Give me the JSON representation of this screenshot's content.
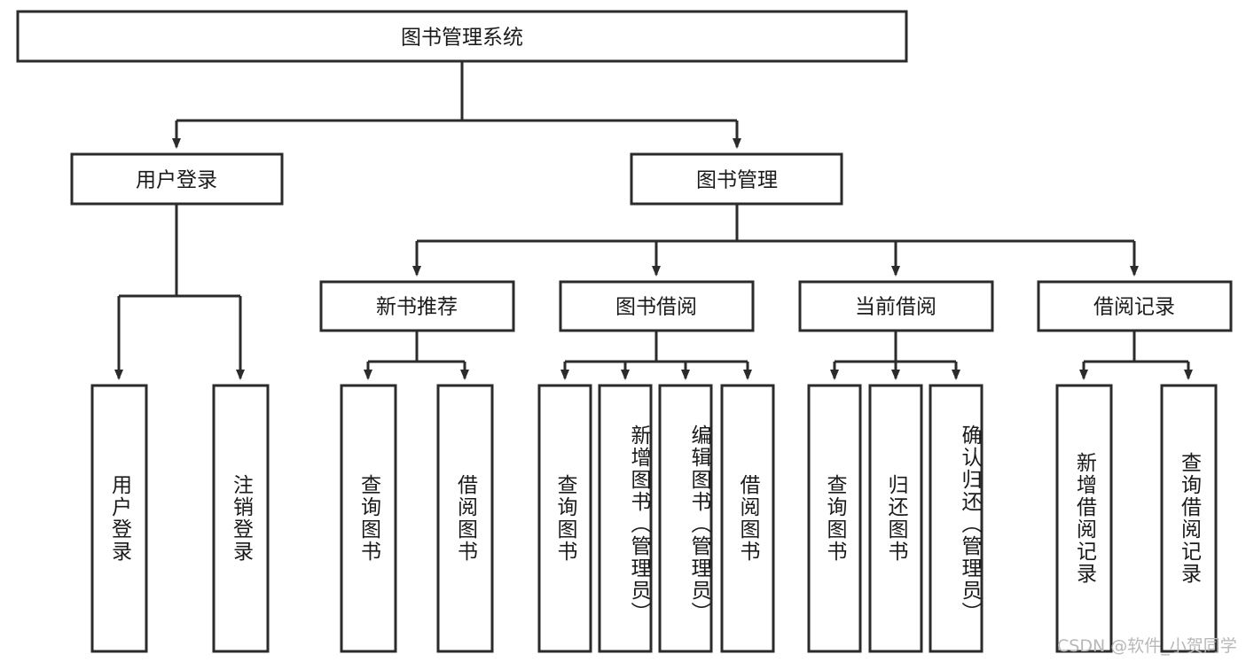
{
  "diagram": {
    "title_node": {
      "label": "图书管理系统"
    },
    "level2": [
      {
        "id": "user-login",
        "label": "用户登录"
      },
      {
        "id": "book-manage",
        "label": "图书管理"
      }
    ],
    "level3": [
      {
        "id": "new-book-recommend",
        "label": "新书推荐"
      },
      {
        "id": "book-borrow",
        "label": "图书借阅"
      },
      {
        "id": "current-borrow",
        "label": "当前借阅"
      },
      {
        "id": "borrow-record",
        "label": "借阅记录"
      }
    ],
    "leaves": {
      "user_login": [
        {
          "id": "leaf-user-login",
          "label": "用户登录"
        },
        {
          "id": "leaf-logout-login",
          "label": "注销登录"
        }
      ],
      "new_book_recommend": [
        {
          "id": "leaf-query-book-1",
          "label": "查询图书"
        },
        {
          "id": "leaf-borrow-book-1",
          "label": "借阅图书"
        }
      ],
      "book_borrow": [
        {
          "id": "leaf-query-book-2",
          "label": "查询图书"
        },
        {
          "id": "leaf-add-book",
          "label": "新增图书（管理员）"
        },
        {
          "id": "leaf-edit-book",
          "label": "编辑图书（管理员）"
        },
        {
          "id": "leaf-borrow-book-2",
          "label": "借阅图书"
        }
      ],
      "current_borrow": [
        {
          "id": "leaf-query-book-3",
          "label": "查询图书"
        },
        {
          "id": "leaf-return-book",
          "label": "归还图书"
        },
        {
          "id": "leaf-confirm-return",
          "label": "确认归还（管理员）"
        }
      ],
      "borrow_record": [
        {
          "id": "leaf-add-record",
          "label": "新增借阅记录"
        },
        {
          "id": "leaf-query-record",
          "label": "查询借阅记录"
        }
      ]
    }
  },
  "watermark": {
    "text": "CSDN @软件_小贺同学"
  },
  "colors": {
    "stroke": "#2b2b2b",
    "fill": "#ffffff",
    "text": "#1a1a1a",
    "watermark": "#b8b8b8"
  }
}
